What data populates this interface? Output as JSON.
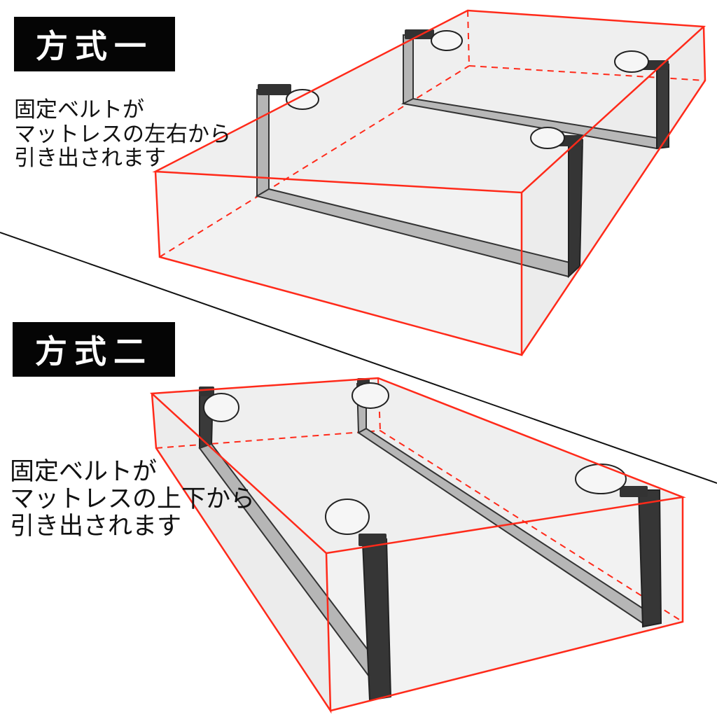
{
  "method_one": {
    "badge": "方式一",
    "description_lines": [
      "固定ベルトが",
      "マットレスの左右から",
      "引き出されます"
    ]
  },
  "method_two": {
    "badge": "方式二",
    "description_lines": [
      "固定ベルトが",
      "マットレスの上下から",
      "引き出されます"
    ]
  },
  "colors": {
    "box_outline": "#ff2a1a",
    "box_fill": "#f1f1f1",
    "strap_light": "#b9b9b9",
    "strap_dark": "#2f2f2f",
    "badge_bg": "#050505",
    "divider": "#111111"
  }
}
